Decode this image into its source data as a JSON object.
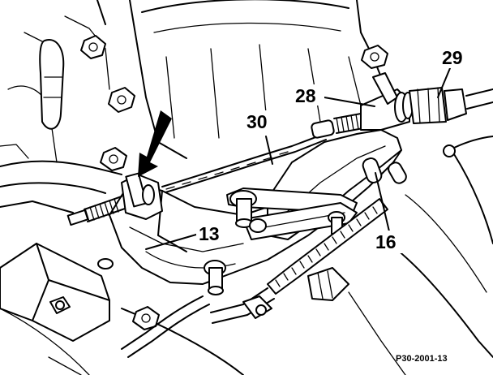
{
  "diagram": {
    "figure_id": "P30-2001-13",
    "callouts": [
      {
        "id": "c13",
        "label": "13"
      },
      {
        "id": "c16",
        "label": "16"
      },
      {
        "id": "c28",
        "label": "28"
      },
      {
        "id": "c29",
        "label": "29"
      },
      {
        "id": "c30",
        "label": "30"
      }
    ]
  }
}
